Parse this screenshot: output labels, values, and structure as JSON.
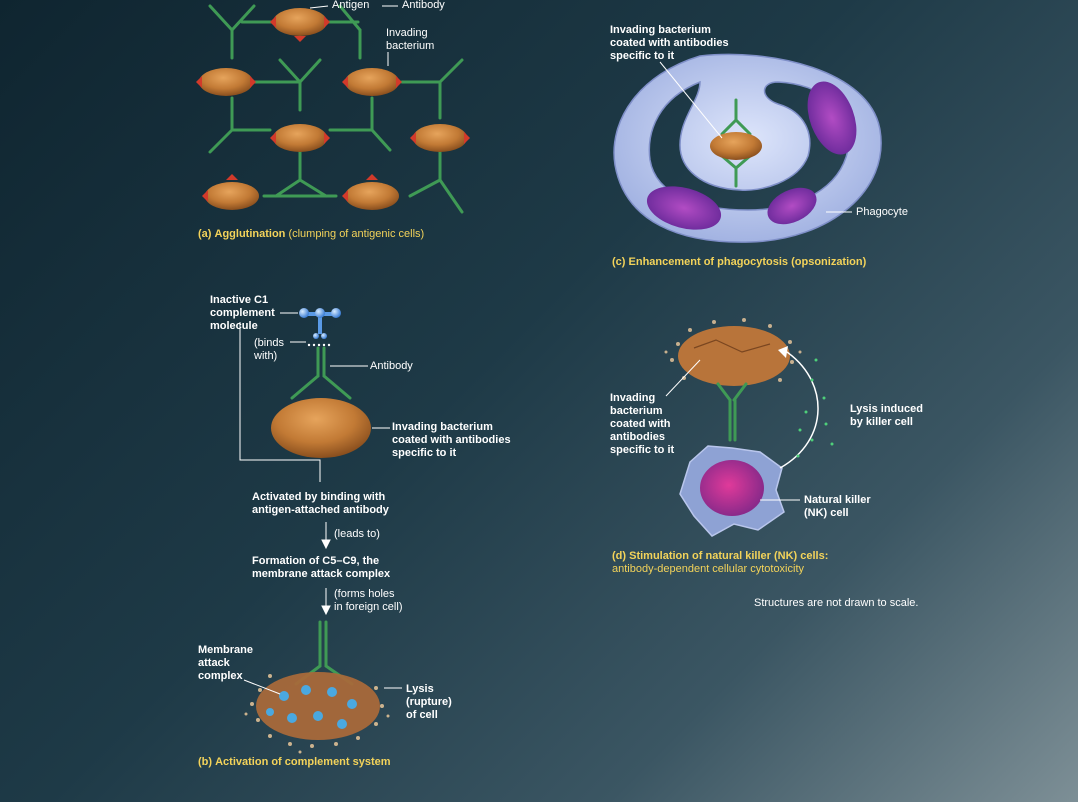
{
  "agglutination": {
    "antigen_label": "Antigen",
    "antibody_label": "Antibody",
    "bacterium_label": "Invading\nbacterium",
    "caption_letter": "(a)",
    "caption_title": "Agglutination",
    "caption_detail": "(clumping of antigenic cells)"
  },
  "complement": {
    "c1_label": "Inactive C1\ncomplement\nmolecule",
    "binds_label": "(binds\nwith)",
    "antibody_label": "Antibody",
    "bacterium_label": "Invading bacterium\ncoated with antibodies\nspecific to it",
    "activated_label": "Activated by binding with\nantigen-attached antibody",
    "leads_to_label": "(leads to)",
    "formation_label": "Formation of C5–C9, the\nmembrane attack complex",
    "forms_holes_label": "(forms holes\nin foreign cell)",
    "mac_label": "Membrane\nattack\ncomplex",
    "lysis_label": "Lysis\n(rupture)\nof cell",
    "caption_letter": "(b)",
    "caption_title": "Activation of complement system"
  },
  "opsonization": {
    "bacterium_label": "Invading bacterium\ncoated with antibodies\nspecific to it",
    "phagocyte_label": "Phagocyte",
    "caption_letter": "(c)",
    "caption_title": "Enhancement of phagocytosis (opsonization)"
  },
  "nk_cells": {
    "bacterium_label": "Invading\nbacterium\ncoated with\nantibodies\nspecific to it",
    "lysis_label": "Lysis induced\nby killer cell",
    "nk_label": "Natural killer\n(NK) cell",
    "caption_letter": "(d)",
    "caption_title": "Stimulation of natural killer (NK) cells:",
    "caption_detail": "antibody-dependent cellular cytotoxicity"
  },
  "footnote": "Structures are not drawn to scale.",
  "colors": {
    "bacterium": "#c8803a",
    "antibody": "#3f9a55",
    "antigen": "#d23a2a",
    "caption": "#f3d35a",
    "phagocyte": "#b9c6ec"
  }
}
